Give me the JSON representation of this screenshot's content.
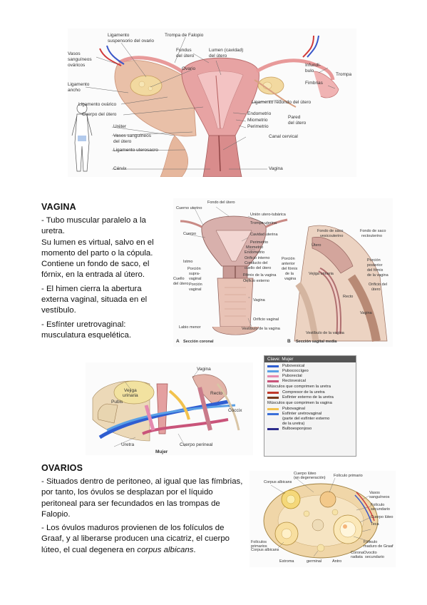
{
  "fig1": {
    "labels": {
      "l1": "Ligamento",
      "l2": "suspensorio del ovario",
      "l3": "Trompa de Falopio",
      "l4": "Vasos",
      "l5": "sanguíneos",
      "l6": "ováricos",
      "l7": "Fundus",
      "l8": "del útero",
      "l9": "Lumen (cavidad)",
      "l10": "del útero",
      "l11": "Ovario",
      "l12": "Infundí-",
      "l13": "bulo",
      "l14": "Fimbrias",
      "l15": "Trompa",
      "l16": "Ligamento",
      "l17": "ancho",
      "l18": "Ligamento ovárico",
      "l19": "Ligamento redondo del útero",
      "l20": "Cuerpo del útero",
      "l21": "Endometrio",
      "l22": "Miometrio",
      "l23": "Perimetrio",
      "l24": "Pared",
      "l25": "del útero",
      "l26": "Uréter",
      "l27": "Vasos sanguíneos",
      "l28": "del útero",
      "l29": "Ligamento uterosacro",
      "l30": "Canal cervical",
      "l31": "Cérvix",
      "l32": "Vagina"
    }
  },
  "vagina": {
    "heading": "VAGINA",
    "p1": "- Tubo muscular paralelo a la uretra.",
    "p2": "Su lumen es virtual, salvo en el momento del parto o la cópula. Contiene un fondo de saco, el fórnix, en la entrada al útero.",
    "p3": "- El himen cierra la abertura externa vaginal, situada en el vestíbulo.",
    "p4": "- Esfínter uretrovaginal: musculatura esquelética."
  },
  "fig2": {
    "labels": {
      "a1": "Fondo del útero",
      "a2": "Cuerno uterino",
      "a3": "Unión utero-tubárica",
      "a4": "Trompa uterina",
      "a5": "Cuerpo",
      "a6": "Cavidad uterina",
      "a7": "Perimetrio",
      "a8": "Miometrio",
      "a9": "Endometrio",
      "a10": "Istmo",
      "a11": "Orificio interno",
      "a12": "Conducto del",
      "a13": "cuello del útero",
      "a14": "Porción",
      "a15": "supra-",
      "a16": "vaginal",
      "a17": "Cuello",
      "a18": "del útero",
      "a19": "Porción",
      "a20": "vaginal",
      "a21": "Fórnix de la vagina",
      "a22": "Orificio externo",
      "a23": "Vagina",
      "a24": "Orificio vaginal",
      "a25": "Labio menor",
      "a26": "Vestíbulo de la vagina",
      "a27": "A",
      "a28": "Sección coronal",
      "b1": "Fondo de saco",
      "b2": "vesicouterino",
      "b3": "Fondo de saco",
      "b4": "rectouterino",
      "b5": "Útero",
      "b6": "Porción",
      "b7": "anterior",
      "b8": "del fórnix",
      "b9": "de la",
      "b10": "vagina",
      "b11": "Vejiga urinaria",
      "b12": "Porción",
      "b13": "posterior",
      "b14": "del fórnix",
      "b15": "de la vagina",
      "b16": "Recto",
      "b17": "Orificio del",
      "b18": "útero",
      "b19": "Vagina",
      "b20": "Vestíbulo de la vagina",
      "b21": "B",
      "b22": "Sección sagital media"
    }
  },
  "fig3": {
    "labels": {
      "c1": "Vagina",
      "c2": "Vejiga",
      "c3": "urinaria",
      "c4": "Recto",
      "c5": "Pubis",
      "c6": "Cóccix",
      "c7": "Uretra",
      "c8": "Cuerpo perineal",
      "c9": "Mujer"
    },
    "legend": {
      "title": "Clave: Mujer",
      "items1": [
        {
          "label": "Pubovesical",
          "color": "#2f5ed1"
        },
        {
          "label": "Pubococcígeo",
          "color": "#5aa0e6"
        },
        {
          "label": "Puborectal",
          "color": "#e58ab0"
        },
        {
          "label": "Rectovesical",
          "color": "#c9547a"
        }
      ],
      "group2": "Músculos que comprimen la uretra",
      "items2": [
        {
          "label": "Compresor de la uretra",
          "color": "#c0392b"
        },
        {
          "label": "Esfínter externo de la uretra",
          "color": "#7a3b1e"
        }
      ],
      "group3": "Músculos que comprimen la vagina",
      "items3": [
        {
          "label": "Pubovaginal",
          "color": "#f2c24d"
        },
        {
          "label": "Esfínter uretrovaginal",
          "color": "#3a6fd8"
        },
        {
          "label": "(parte del esfínter externo",
          "color": ""
        },
        {
          "label": "de la uretra)",
          "color": ""
        },
        {
          "label": "Bulboesponjoso",
          "color": "#2b2b8c"
        }
      ]
    }
  },
  "ovarios": {
    "heading": "OVARIOS",
    "p1": "- Situados dentro de peritoneo, al igual que las fímbrias, por tanto, los óvulos se desplazan por el líquido peritoneal para ser fecundados en las trompas de Falopio.",
    "p2a": "- Los óvulos maduros provienen de los folículos de Graaf, y al liberarse producen una cicatriz, el cuerpo lúteo, el cual degenera en ",
    "p2b": "corpus albicans",
    "p2c": "."
  },
  "fig4": {
    "labels": {
      "d1": "Cuerpo lúteo",
      "d2": "(en degeneración)",
      "d3": "Folículo primario",
      "d4": "Corpus albicans",
      "d5": "Vasos",
      "d6": "sanguíneos",
      "d7": "Folículo",
      "d8": "secundario",
      "d9": "Cuerpo lúteo",
      "d10": "Teca",
      "d11": "Folículo",
      "d12": "maduro de Graaf",
      "d13": "Corona",
      "d14": "radiata",
      "d15": "Ovocito",
      "d16": "secundario",
      "d17": "Corpus albicans",
      "d18": "Folículos",
      "d19": "primarios",
      "d20": "Antro",
      "d21": "Estroma",
      "d22": "germinal"
    }
  }
}
